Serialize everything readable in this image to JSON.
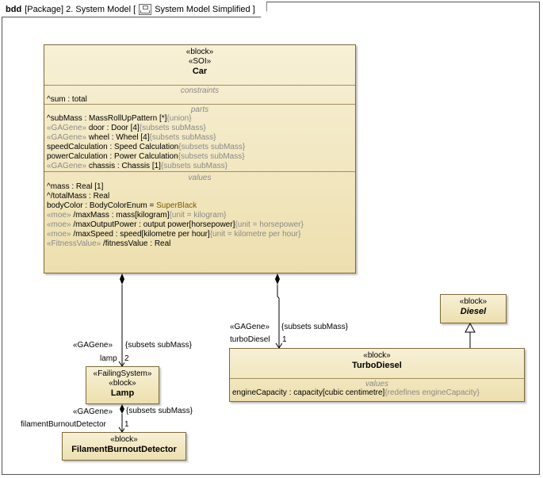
{
  "frame": {
    "kind": "bdd",
    "tab_text": "[Package] 2. System Model [",
    "diagram_icon": "class-diagram-icon",
    "diagram_name": "System Model Simplified ]"
  },
  "car": {
    "stereotype1": "«block»",
    "stereotype2": "«SOI»",
    "name": "Car",
    "constraints": {
      "title": "constraints",
      "rows": [
        {
          "text": "^sum : total"
        }
      ]
    },
    "parts": {
      "title": "parts",
      "rows": [
        {
          "pre": "",
          "main": "^subMass : MassRollUpPattern [*]",
          "post": "{union}"
        },
        {
          "pre": "«GAGene» ",
          "main": "door : Door [4]",
          "post": "{subsets subMass}"
        },
        {
          "pre": "«GAGene» ",
          "main": "wheel : Wheel [4]",
          "post": "{subsets subMass}"
        },
        {
          "pre": "",
          "main": "speedCalculation : Speed Calculation",
          "post": "{subsets subMass}"
        },
        {
          "pre": "",
          "main": "powerCalculation : Power Calculation",
          "post": "{subsets subMass}"
        },
        {
          "pre": "«GAGene» ",
          "main": "chassis : Chassis [1]",
          "post": "{subsets subMass}"
        }
      ]
    },
    "values": {
      "title": "values",
      "rows": [
        {
          "pre": "",
          "main": "^mass : Real [1]",
          "post": ""
        },
        {
          "pre": "",
          "main": "^/totalMass : Real",
          "post": ""
        },
        {
          "pre": "",
          "main": "bodyColor : BodyColorEnum = ",
          "post": "SuperBlack"
        },
        {
          "pre": "«moe» ",
          "main": "/maxMass : mass[kilogram]",
          "post": "{unit = kilogram}"
        },
        {
          "pre": "«moe» ",
          "main": "/maxOutputPower : output power[horsepower]",
          "post": "{unit = horsepower}"
        },
        {
          "pre": "«moe» ",
          "main": "/maxSpeed : speed[kilometre per hour]",
          "post": "{unit = kilometre per hour}"
        },
        {
          "pre": "«FitnessValue» ",
          "main": "/fitnessValue : Real",
          "post": ""
        }
      ]
    }
  },
  "diesel": {
    "stereotype": "«block»",
    "name": "Diesel"
  },
  "turbodiesel": {
    "stereotype": "«block»",
    "name": "TurboDiesel",
    "values_title": "values",
    "value_main": "engineCapacity : capacity[cubic centimetre]",
    "value_post": "{redefines engineCapacity}"
  },
  "lamp": {
    "stereotype1": "«FailingSystem»",
    "stereotype2": "«block»",
    "name": "Lamp"
  },
  "filament": {
    "stereotype": "«block»",
    "name": "FilamentBurnoutDetector"
  },
  "labels": {
    "lamp_gagene": "«GAGene»",
    "lamp_subsets": "{subsets subMass}",
    "lamp_role": "lamp",
    "lamp_mult": "2",
    "turbo_gagene": "«GAGene»",
    "turbo_subsets": "{subsets subMass}",
    "turbo_role": "turboDiesel",
    "turbo_mult": "1",
    "fil_gagene": "«GAGene»",
    "fil_subsets": "{subsets subMass}",
    "fil_role": "filamentBurnoutDetector",
    "fil_mult": "1"
  }
}
